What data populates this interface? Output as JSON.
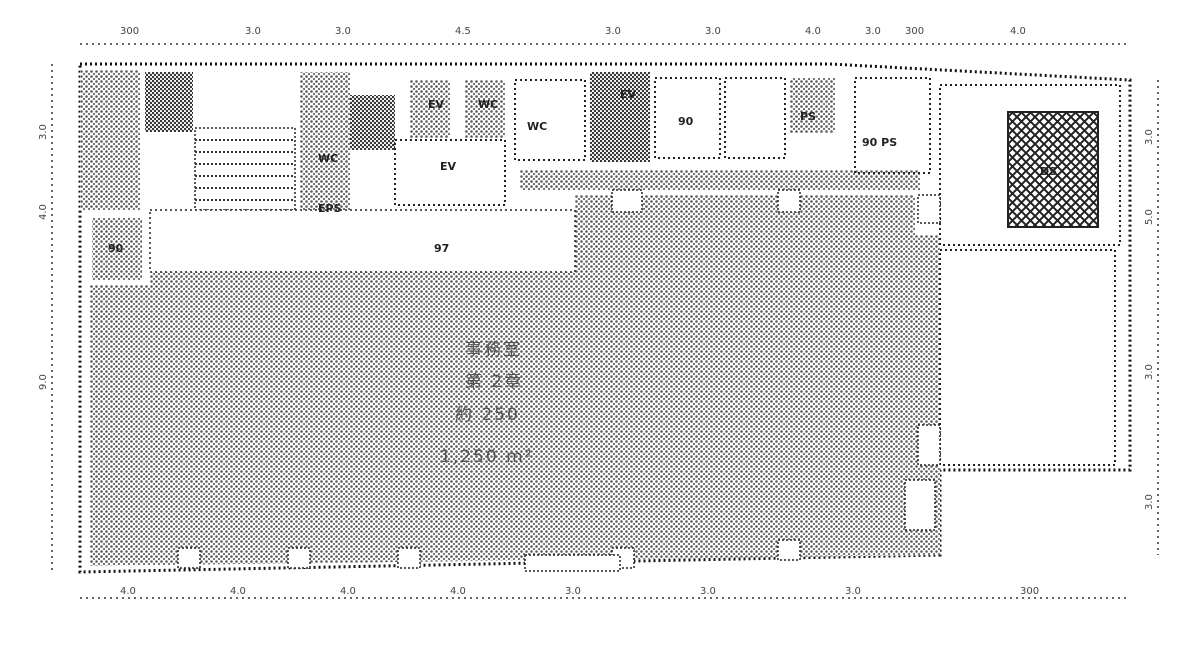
{
  "top_dimensions": [
    "300",
    "3.0",
    "3.0",
    "4.5",
    "3.0",
    "3.0",
    "4.0",
    "3.0",
    "300",
    "4.0"
  ],
  "bottom_dimensions": [
    "4.0",
    "4.0",
    "4.0",
    "4.0",
    "3.0",
    "3.0",
    "3.0",
    "300"
  ],
  "left_dimensions": [
    "3.0",
    "4.0",
    "9.0"
  ],
  "right_dimensions": [
    "3.0",
    "5.0",
    "3.0",
    "3.0"
  ],
  "rooms": {
    "room_a": "90",
    "room_b": "90",
    "room_c": "EV",
    "room_d": "WC",
    "room_e": "WC",
    "room_f": "EV",
    "room_g": "WC",
    "room_h": "EPS",
    "room_i": "EV",
    "room_j": "PS",
    "room_k": "90 PS",
    "room_l": "DS",
    "corridor": "97"
  },
  "main_area": {
    "line1": "事務室",
    "line2": "第 2章",
    "line3": "約 250",
    "line4": "1,250 m²"
  }
}
